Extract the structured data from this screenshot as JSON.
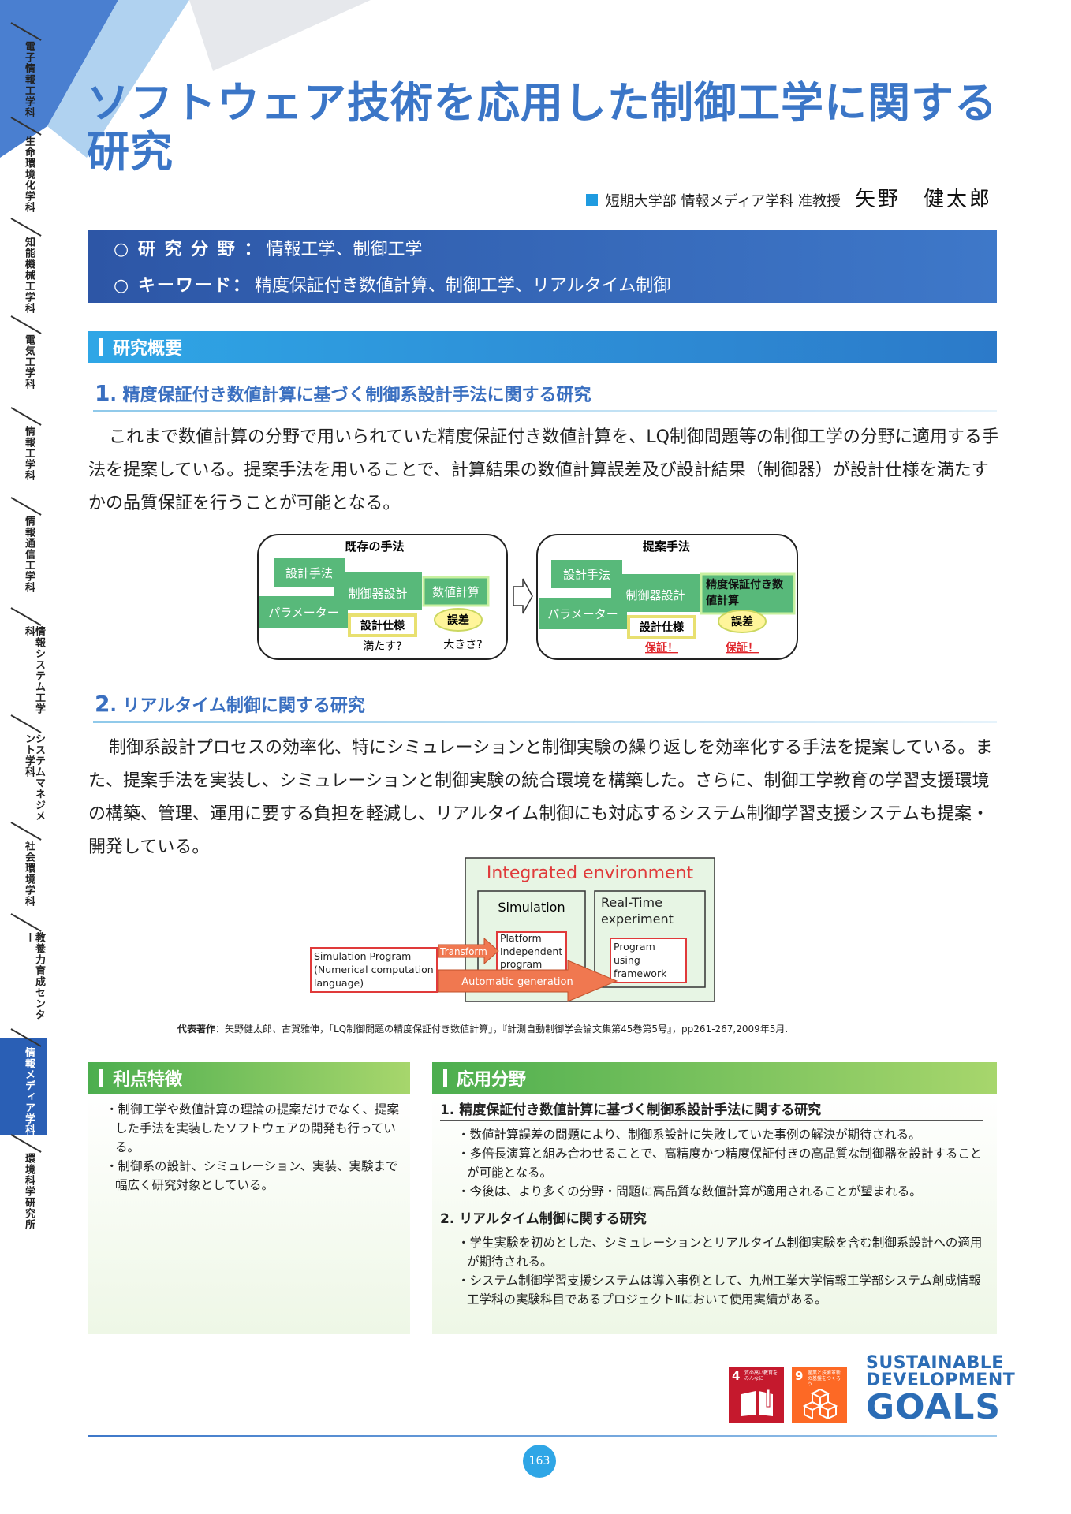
{
  "title": "ソフトウェア技術を応用した制御工学に関する研究",
  "author": {
    "department": "短期大学部 情報メディア学科 准教授",
    "name": "矢野　健太郎"
  },
  "sidebar": [
    {
      "label": "電子情報工学科",
      "active": false
    },
    {
      "label": "生命環境化学科",
      "active": false
    },
    {
      "label": "知能機械工学科",
      "active": false
    },
    {
      "label": "電気工学科",
      "active": false
    },
    {
      "label": "情報工学科",
      "active": false
    },
    {
      "label": "情報通信工学科",
      "active": false
    },
    {
      "label": "情報システム工学科",
      "active": false
    },
    {
      "label": "システムマネジメント学科",
      "active": false
    },
    {
      "label": "社会環境学科",
      "active": false
    },
    {
      "label": "教養力育成センター",
      "active": false
    },
    {
      "label": "情報メディア学科",
      "active": true
    },
    {
      "label": "環境科学研究所",
      "active": false
    }
  ],
  "fields": {
    "field_label": "○ 研 究 分 野 ：",
    "field_value": "情報工学、制御工学",
    "keyword_label": "○ キーワード：",
    "keyword_value": "精度保証付き数値計算、制御工学、リアルタイム制御"
  },
  "overview": {
    "heading": "研究概要",
    "section1": {
      "num": "1",
      "title": ". 精度保証付き数値計算に基づく制御系設計手法に関する研究",
      "body": "これまで数値計算の分野で用いられていた精度保証付き数値計算を、LQ制御問題等の制御工学の分野に適用する手法を提案している。提案手法を用いることで、計算結果の数値計算誤差及び設計結果（制御器）が設計仕様を満たすかの品質保証を行うことが可能となる。"
    },
    "figure1": {
      "left_title": "既存の手法",
      "right_title": "提案手法",
      "design_method": "設計手法",
      "controller_design": "制御器設計",
      "parameter": "パラメーター",
      "numeric_calc": "数値計算",
      "verified_calc": "精度保証付き数値計算",
      "spec": "設計仕様",
      "error": "誤差",
      "satisfy": "満たす?",
      "large": "大きさ?",
      "guarantee1": "保証！",
      "guarantee2": "保証！"
    },
    "section2": {
      "num": "2",
      "title": ". リアルタイム制御に関する研究",
      "body": "制御系設計プロセスの効率化、特にシミュレーションと制御実験の繰り返しを効率化する手法を提案している。また、提案手法を実装し、シミュレーションと制御実験の統合環境を構築した。さらに、制御工学教育の学習支援環境の構築、管理、運用に要する負担を軽減し、リアルタイム制御にも対応するシステム制御学習支援システムも提案・開発している。"
    },
    "figure2": {
      "integrated": "Integrated environment",
      "simulation": "Simulation",
      "realtime": "Real-Time experiment",
      "platform": "Platform Independent program",
      "program_fw": "Program using framework",
      "sim_program": "Simulation Program (Numerical computation language)",
      "transform": "Transform",
      "auto_gen": "Automatic generation"
    },
    "caption_label": "代表著作",
    "caption_text": "：矢野健太郎、古賀雅伸，「LQ制御問題の精度保証付き数値計算」，『計測自動制御学会論文集第45巻第5号』，pp261-267,2009年5月."
  },
  "advantages": {
    "heading": "利点特徴",
    "items": [
      "・制御工学や数値計算の理論の提案だけでなく、提案した手法を実装したソフトウェアの開発も行っている。",
      "・制御系の設計、シミュレーション、実装、実験まで幅広く研究対象としている。"
    ]
  },
  "applications": {
    "heading": "応用分野",
    "groups": [
      {
        "title": "1. 精度保証付き数値計算に基づく制御系設計手法に関する研究",
        "items": [
          "・数値計算誤差の問題により、制御系設計に失敗していた事例の解決が期待される。",
          "・多倍長演算と組み合わせることで、高精度かつ精度保証付きの高品質な制御器を設計することが可能となる。",
          "・今後は、より多くの分野・問題に高品質な数値計算が適用されることが望まれる。"
        ]
      },
      {
        "title": "2. リアルタイム制御に関する研究",
        "items": [
          "・学生実験を初めとした、シミュレーションとリアルタイム制御実験を含む制御系設計への適用が期待される。",
          "・システム制御学習支援システムは導入事例として、九州工業大学情報工学部システム創成情報工学科の実験科目であるプロジェクトⅡにおいて使用実績がある。"
        ]
      }
    ]
  },
  "sdgs": {
    "tile4_num": "4",
    "tile4_text": "質の高い教育をみんなに",
    "tile4_color": "#c5192d",
    "tile9_num": "9",
    "tile9_text": "産業と技術革新の基盤をつくろう",
    "tile9_color": "#fd6925",
    "line1": "SUSTAINABLE",
    "line2": "DEVELOPMENT",
    "line3": "GOALS"
  },
  "page_number": "163"
}
